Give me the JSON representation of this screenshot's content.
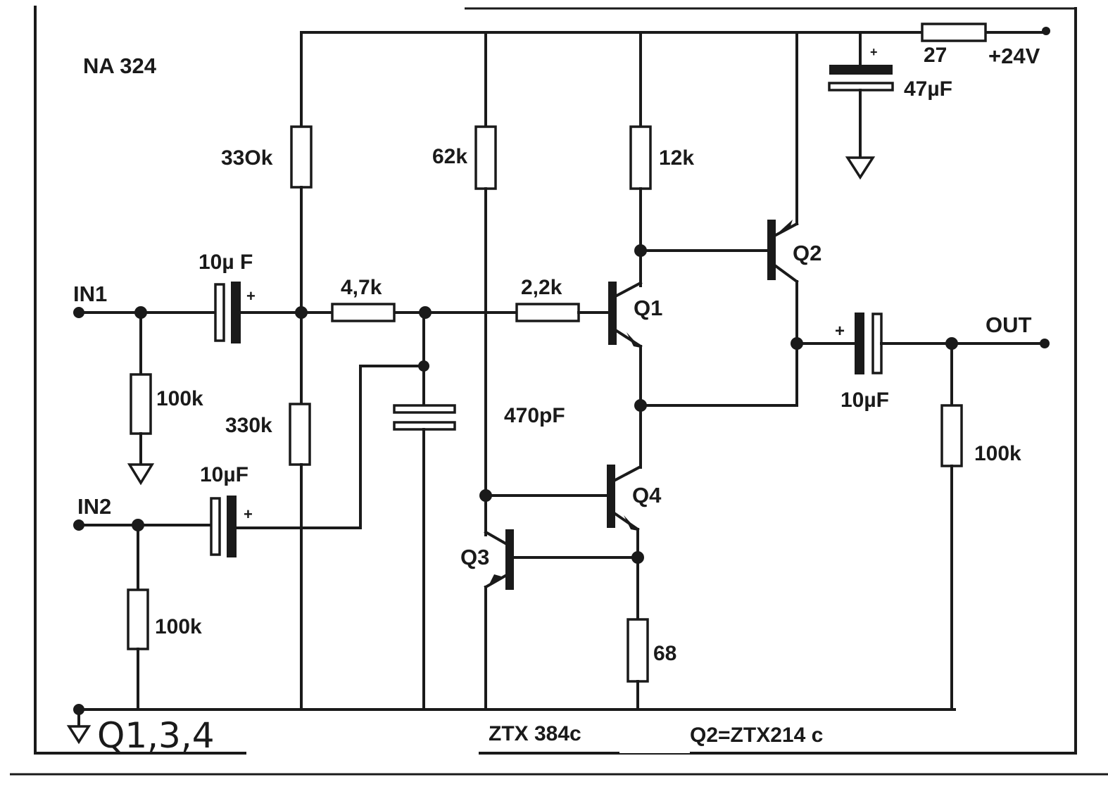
{
  "title": "NA 324",
  "supply": "+24V",
  "inputs": {
    "in1": "IN1",
    "in2": "IN2"
  },
  "output": "OUT",
  "components": {
    "r_in1_ground": "100k",
    "r_in2_ground": "100k",
    "c_in1": "10µ F",
    "c_in2": "10µF",
    "r_bias_top": "33Ok",
    "r_bias_bottom": "330k",
    "r_series_1": "4,7k",
    "r_series_2": "2,2k",
    "r_62k": "62k",
    "r_12k": "12k",
    "r_68": "68",
    "r_27": "27",
    "c_supply": "47µF",
    "c_filter": "470pF",
    "c_out": "10µF",
    "r_out_ground": "100k"
  },
  "transistors": {
    "q1": "Q1",
    "q2": "Q2",
    "q3": "Q3",
    "q4": "Q4"
  },
  "cap_polarity": "+",
  "footer": {
    "handwritten": "Q1,3,4",
    "part_a": "ZTX 384c",
    "part_b": "Q2=ZTX214 c"
  }
}
